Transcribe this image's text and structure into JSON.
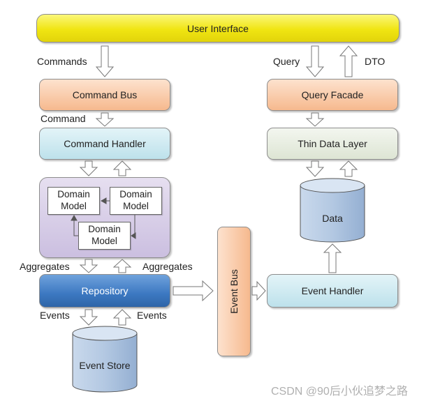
{
  "diagram": {
    "user_interface": "User Interface",
    "command_bus": "Command Bus",
    "command_handler": "Command Handler",
    "domain_models": [
      "Domain Model",
      "Domain Model",
      "Domain Model"
    ],
    "repository": "Repository",
    "event_store": "Event Store",
    "event_bus": "Event Bus",
    "event_handler": "Event Handler",
    "query_facade": "Query Facade",
    "thin_data_layer": "Thin Data Layer",
    "data_store": "Data",
    "labels": {
      "commands": "Commands",
      "command": "Command",
      "aggregates_left": "Aggregates",
      "aggregates_right": "Aggregates",
      "events_left": "Events",
      "events_right": "Events",
      "query": "Query",
      "dto": "DTO"
    }
  },
  "watermark": "CSDN @90后小伙追梦之路",
  "colors": {
    "user_interface": "#f5ef2c",
    "orange": "#f9c7a3",
    "cyan": "#c7e7ef",
    "grey_green": "#e6ece0",
    "purple": "#d7cde6",
    "repository": "#3c78c1",
    "cylinder": "#b9cde4"
  }
}
